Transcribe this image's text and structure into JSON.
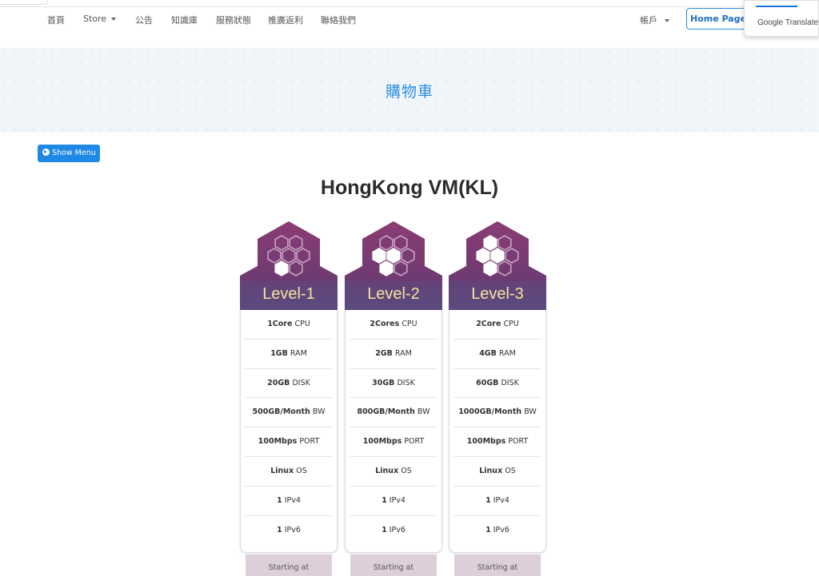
{
  "nav": {
    "items": [
      "首頁",
      "Store",
      "公告",
      "知識庫",
      "服務狀態",
      "推廣返利",
      "聯絡我們"
    ],
    "account": "帳戶",
    "home_button": "Home Page"
  },
  "translate_widget": {
    "label": "Google Translate"
  },
  "banner": {
    "title": "購物車"
  },
  "show_menu": {
    "label": "Show Menu"
  },
  "page_title": "HongKong VM(KL)",
  "colors": {
    "accent": "#2d8fe0",
    "plan_top": "#7a3b6e",
    "plan_band": "#5b4a7d",
    "plan_text": "#f7e39c",
    "price_bg": "#ddcfd9"
  },
  "plans": [
    {
      "level": "Level-1",
      "features": [
        {
          "value": "1Core",
          "unit": "CPU"
        },
        {
          "value": "1GB",
          "unit": "RAM"
        },
        {
          "value": "20GB",
          "unit": "DISK"
        },
        {
          "value": "500GB/Month",
          "unit": "BW"
        },
        {
          "value": "100Mbps",
          "unit": "PORT"
        },
        {
          "value": "Linux",
          "unit": "OS"
        },
        {
          "value": "1",
          "unit": "IPv4"
        },
        {
          "value": "1",
          "unit": "IPv6"
        }
      ],
      "price_label": "Starting at",
      "icon": "hexagon-cluster-icon-1"
    },
    {
      "level": "Level-2",
      "features": [
        {
          "value": "2Cores",
          "unit": "CPU"
        },
        {
          "value": "2GB",
          "unit": "RAM"
        },
        {
          "value": "30GB",
          "unit": "DISK"
        },
        {
          "value": "800GB/Month",
          "unit": "BW"
        },
        {
          "value": "100Mbps",
          "unit": "PORT"
        },
        {
          "value": "Linux",
          "unit": "OS"
        },
        {
          "value": "1",
          "unit": "IPv4"
        },
        {
          "value": "1",
          "unit": "IPv6"
        }
      ],
      "price_label": "Starting at",
      "icon": "hexagon-cluster-icon-2"
    },
    {
      "level": "Level-3",
      "features": [
        {
          "value": "2Core",
          "unit": "CPU"
        },
        {
          "value": "4GB",
          "unit": "RAM"
        },
        {
          "value": "60GB",
          "unit": "DISK"
        },
        {
          "value": "1000GB/Month",
          "unit": "BW"
        },
        {
          "value": "100Mbps",
          "unit": "PORT"
        },
        {
          "value": "Linux",
          "unit": "OS"
        },
        {
          "value": "1",
          "unit": "IPv4"
        },
        {
          "value": "1",
          "unit": "IPv6"
        }
      ],
      "price_label": "Starting at",
      "icon": "hexagon-cluster-icon-3"
    }
  ]
}
